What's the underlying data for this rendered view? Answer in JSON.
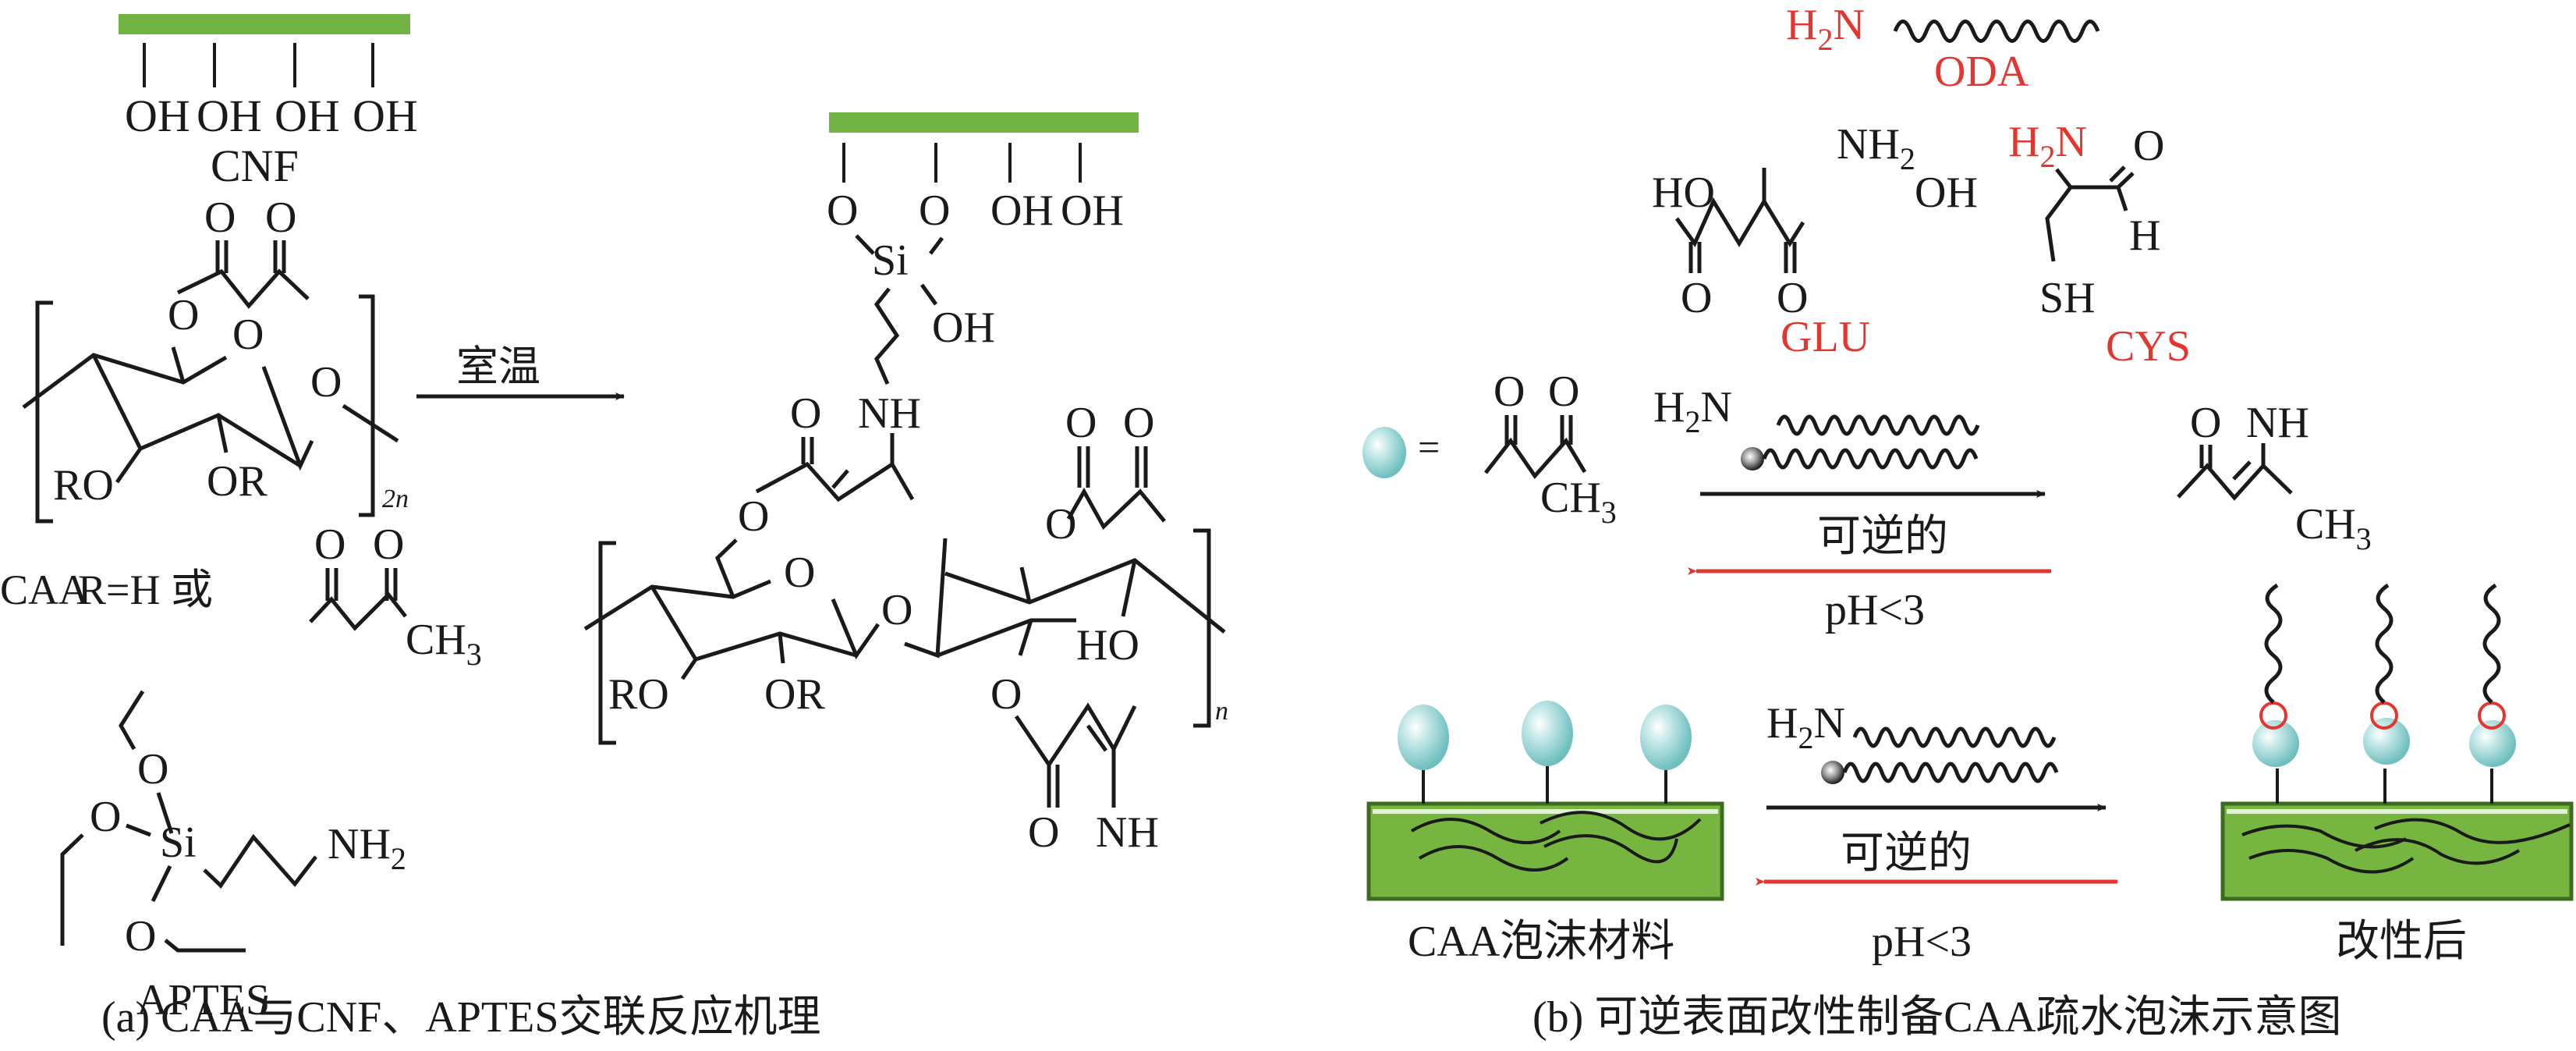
{
  "panel_a": {
    "cnf": {
      "hydroxyls": [
        "OH",
        "OH",
        "OH",
        "OH"
      ],
      "label": "CNF"
    },
    "caa_unit": {
      "ring_oxygens": [
        "O",
        "O",
        "O"
      ],
      "acetoacetyl_oxygens": [
        "O",
        "O"
      ],
      "substituents": [
        "RO",
        "OR"
      ],
      "repeat_subscript": "2n"
    },
    "condition_label": "室温",
    "r_definition": {
      "prefix": "CAA",
      "text": "R=H 或",
      "ketone_oxygens": [
        "O",
        "O"
      ],
      "ch3": "CH",
      "ch3_sub": "3"
    },
    "aptes": {
      "oxygens": [
        "O",
        "O",
        "O"
      ],
      "si": "Si",
      "amine": "NH",
      "amine_sub": "2",
      "label": "APTES"
    },
    "product": {
      "top_groups": [
        "O",
        "O",
        "OH",
        "OH"
      ],
      "si": "Si",
      "si_oh": "OH",
      "nh_top": "NH",
      "o_top": "O",
      "acac_oxygens": [
        "O",
        "O"
      ],
      "ring_oxygens": [
        "O",
        "O",
        "O",
        "O"
      ],
      "substituents": [
        "RO",
        "OR",
        "HO"
      ],
      "bottom_o": "O",
      "bottom_nh": "NH",
      "repeat_subscript": "n"
    },
    "caption": "(a) CAA与CNF、APTES交联反应机理"
  },
  "panel_b": {
    "oda": {
      "amine": "H",
      "amine_sub": "2",
      "amine_n": "N",
      "label": "ODA"
    },
    "glu": {
      "amine": "NH",
      "amine_sub": "2",
      "ho": "HO",
      "oh": "OH",
      "oxygens": [
        "O",
        "O"
      ],
      "label": "GLU"
    },
    "cys": {
      "amine": "H",
      "amine_sub": "2",
      "amine_n": "N",
      "o": "O",
      "h": "H",
      "sh": "SH",
      "label": "CYS"
    },
    "legend": {
      "equals": "=",
      "oxygens": [
        "O",
        "O"
      ],
      "ch3": "CH",
      "ch3_sub": "3"
    },
    "reaction1": {
      "reagent_h": "H",
      "reagent_sub": "2",
      "reagent_n": "N",
      "forward_label": "可逆的",
      "reverse_label": "pH<3",
      "product_o": "O",
      "product_nh": "NH",
      "product_ch3": "CH",
      "product_ch3_sub": "3"
    },
    "reaction2": {
      "reagent_h": "H",
      "reagent_sub": "2",
      "reagent_n": "N",
      "forward_label": "可逆的",
      "reverse_label": "pH<3",
      "left_label": "CAA泡沫材料",
      "right_label": "改性后"
    },
    "caption": "(b) 可逆表面改性制备CAA疏水泡沫示意图"
  },
  "colors": {
    "cnf_green": "#72b443",
    "foam_green": "#76b53f",
    "foam_border": "#3d6b22",
    "teal": "#7ec8c8",
    "highlight_red": "#e2362f",
    "ink": "#1a1a1a"
  }
}
